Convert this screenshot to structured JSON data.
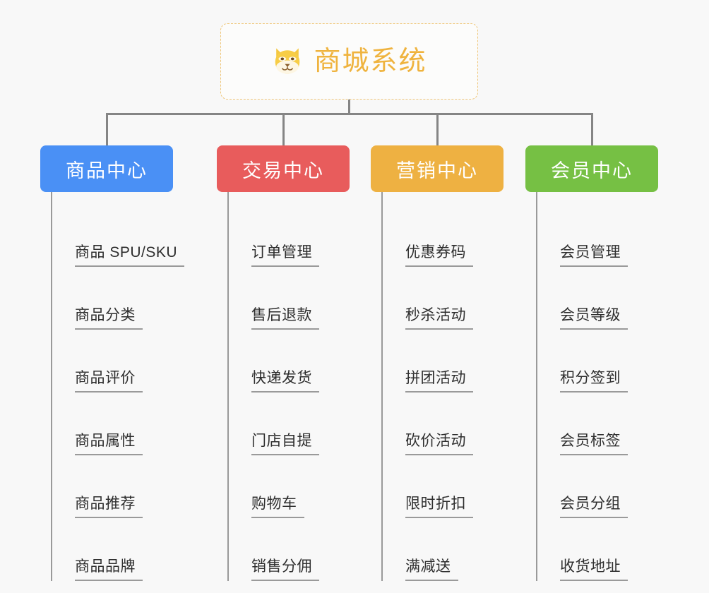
{
  "root": {
    "icon": "shiba-dog-face-icon",
    "title": "商城系统",
    "accent_color": "#efb33e",
    "border_style": "dashed",
    "background": "#fcfcfb"
  },
  "canvas": {
    "background": "#f8f8f8",
    "connector_color": "#858585",
    "spine_color": "#9a9a9a",
    "leaf_text_color": "#2e2e2e"
  },
  "columns": [
    {
      "title": "商品中心",
      "color": "#4a90f5",
      "items": [
        "商品 SPU/SKU",
        "商品分类",
        "商品评价",
        "商品属性",
        "商品推荐",
        "商品品牌"
      ]
    },
    {
      "title": "交易中心",
      "color": "#e85c5c",
      "items": [
        "订单管理",
        "售后退款",
        "快递发货",
        "门店自提",
        "购物车",
        "销售分佣"
      ]
    },
    {
      "title": "营销中心",
      "color": "#eeb142",
      "items": [
        "优惠券码",
        "秒杀活动",
        "拼团活动",
        "砍价活动",
        "限时折扣",
        "满减送"
      ]
    },
    {
      "title": "会员中心",
      "color": "#76c044",
      "items": [
        "会员管理",
        "会员等级",
        "积分签到",
        "会员标签",
        "会员分组",
        "收货地址"
      ]
    }
  ]
}
